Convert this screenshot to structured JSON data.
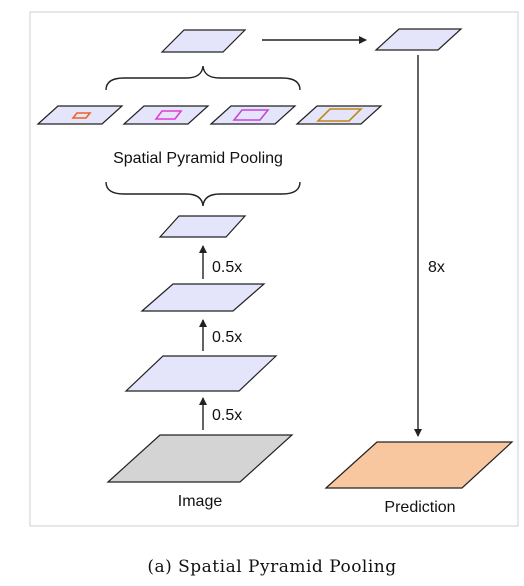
{
  "labels": {
    "spp": "Spatial Pyramid Pooling",
    "scale_1": "0.5x",
    "scale_2": "0.5x",
    "scale_3": "0.5x",
    "upsample": "8x",
    "image": "Image",
    "prediction": "Prediction"
  },
  "caption": "(a) Spatial Pyramid Pooling",
  "colors": {
    "feature_fill": "#e4e4fb",
    "image_fill": "#d4d4d4",
    "prediction_fill": "#f9c79f",
    "stroke": "#222222",
    "bin_orange": "#f0602a",
    "bin_magenta": "#e33cd3",
    "bin_violet": "#c845dc",
    "bin_gold": "#c08a1a",
    "panel_border": "#cfcfcf"
  }
}
